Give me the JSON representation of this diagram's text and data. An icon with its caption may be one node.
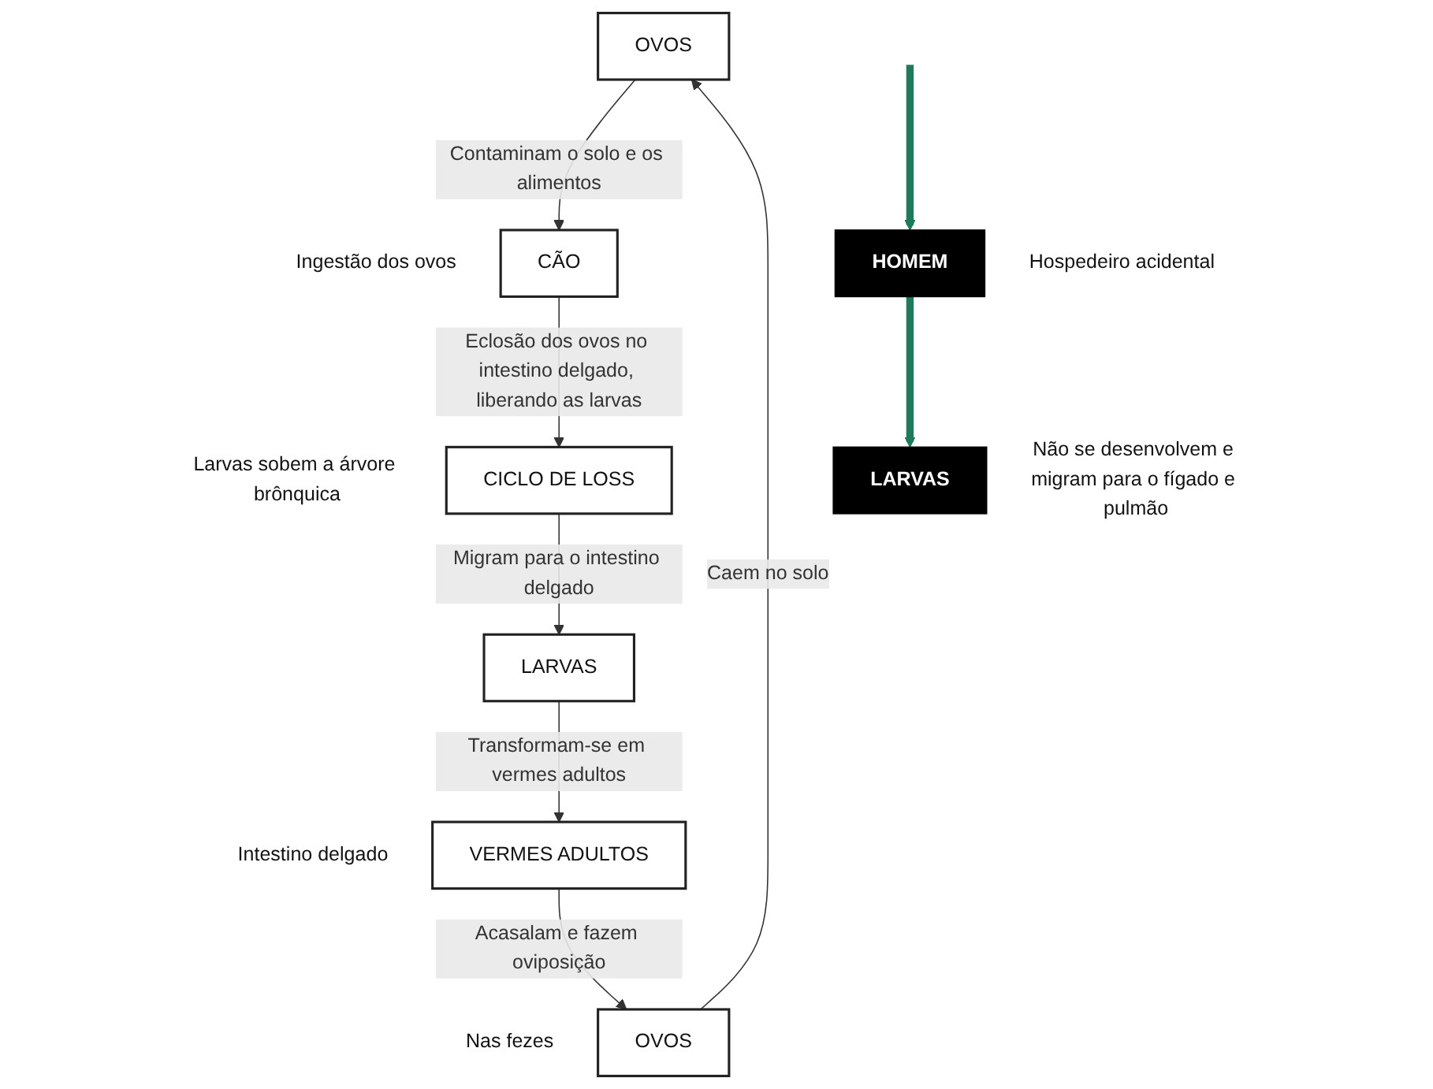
{
  "diagram": {
    "nodes": [
      {
        "text": [
          "OVOS"
        ]
      },
      {
        "text": [
          "CÃO"
        ],
        "beside": [
          "Ingestão dos ovos"
        ]
      },
      {
        "text": [
          "CICLO DE LOSS"
        ],
        "beside": [
          "Larvas sobem a árvore brônquica"
        ]
      },
      {
        "text": [
          "LARVAS"
        ]
      },
      {
        "text": [
          "VERMES ADULTOS"
        ],
        "beside": [
          "Intestino delgado"
        ]
      },
      {
        "text": [
          "OVOS"
        ],
        "beside": [
          "Nas fezes"
        ]
      },
      {
        "text": [
          "HOMEM"
        ],
        "beside": [
          "Hospedeiro acidental"
        ]
      },
      {
        "text": [
          "LARVAS"
        ],
        "beside": [
          "Não se desenvolvem e migram para o fígado e pulmão"
        ]
      }
    ],
    "edges": [
      {
        "from": 0,
        "to": 1,
        "arrow": "to",
        "label": "Contaminam o solo e os alimentos"
      },
      {
        "from": 1,
        "to": 2,
        "arrow": "to",
        "label": "Eclosão dos ovos no intestino delgado, liberando as larvas"
      },
      {
        "from": 2,
        "to": 3,
        "arrow": "to",
        "label": "Migram para o intestino delgado"
      },
      {
        "from": 3,
        "to": 4,
        "arrow": "to",
        "label": "Transformam-se em vermes adultos"
      },
      {
        "from": 4,
        "to": 5,
        "arrow": "to",
        "label": "Acasalam e fazem oviposição"
      },
      {
        "from": 5,
        "to": 0,
        "arrow": "to",
        "label": "Caem no solo"
      },
      {
        "from": null,
        "to": 6,
        "arrow": "to",
        "style": "thick",
        "color": "#1e7a5a"
      },
      {
        "from": 6,
        "to": 7,
        "arrow": "to",
        "style": "thick",
        "color": "#1e7a5a"
      }
    ]
  }
}
